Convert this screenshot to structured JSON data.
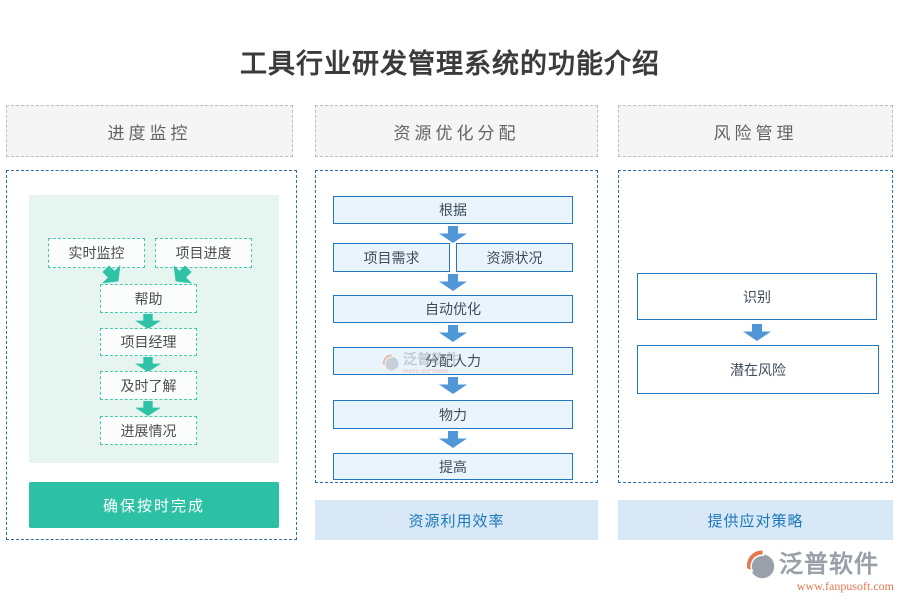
{
  "title": "工具行业研发管理系统的功能介绍",
  "columns": [
    {
      "header": "进度监控",
      "nodes": [
        "实时监控",
        "项目进度",
        "帮助",
        "项目经理",
        "及时了解",
        "进展情况"
      ],
      "footer": "确保按时完成"
    },
    {
      "header": "资源优化分配",
      "nodes": [
        "根据",
        "项目需求",
        "资源状况",
        "自动优化",
        "分配人力",
        "物力",
        "提高"
      ],
      "footer": "资源利用效率"
    },
    {
      "header": "风险管理",
      "nodes": [
        "识别",
        "潜在风险"
      ],
      "footer": "提供应对策略"
    }
  ],
  "logo": {
    "brand": "泛普软件",
    "url": "www.fanpusoft.com"
  },
  "watermark": {
    "brand": "泛普软件",
    "sub": "FANPU SOFTWARE"
  },
  "colors": {
    "teal": "#2cc0a4",
    "teal_border": "#3fc9ad",
    "green_panel": "#e7f5f0",
    "blue_border": "#2278be",
    "blue_box_fill": "#e9f4fc",
    "arrow_blue": "#4f97d7",
    "container_dash": "#2a6da8",
    "bar_bg": "#d8e8f6",
    "bar_text": "#1b79bb",
    "header_bg": "#f5f5f5",
    "logo_gray": "#9aa0a9",
    "logo_orange": "#e5764e"
  }
}
